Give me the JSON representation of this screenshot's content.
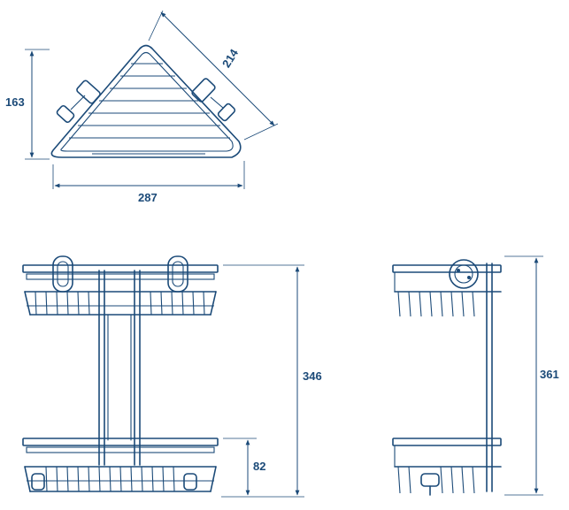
{
  "colors": {
    "ink": "#1b4a78",
    "background": "#ffffff"
  },
  "top_view": {
    "width_label": "287",
    "depth_label": "163",
    "diagonal_label": "214"
  },
  "front_view": {
    "height_label": "346",
    "lower_basket_label": "82"
  },
  "side_view": {
    "height_label": "361"
  }
}
